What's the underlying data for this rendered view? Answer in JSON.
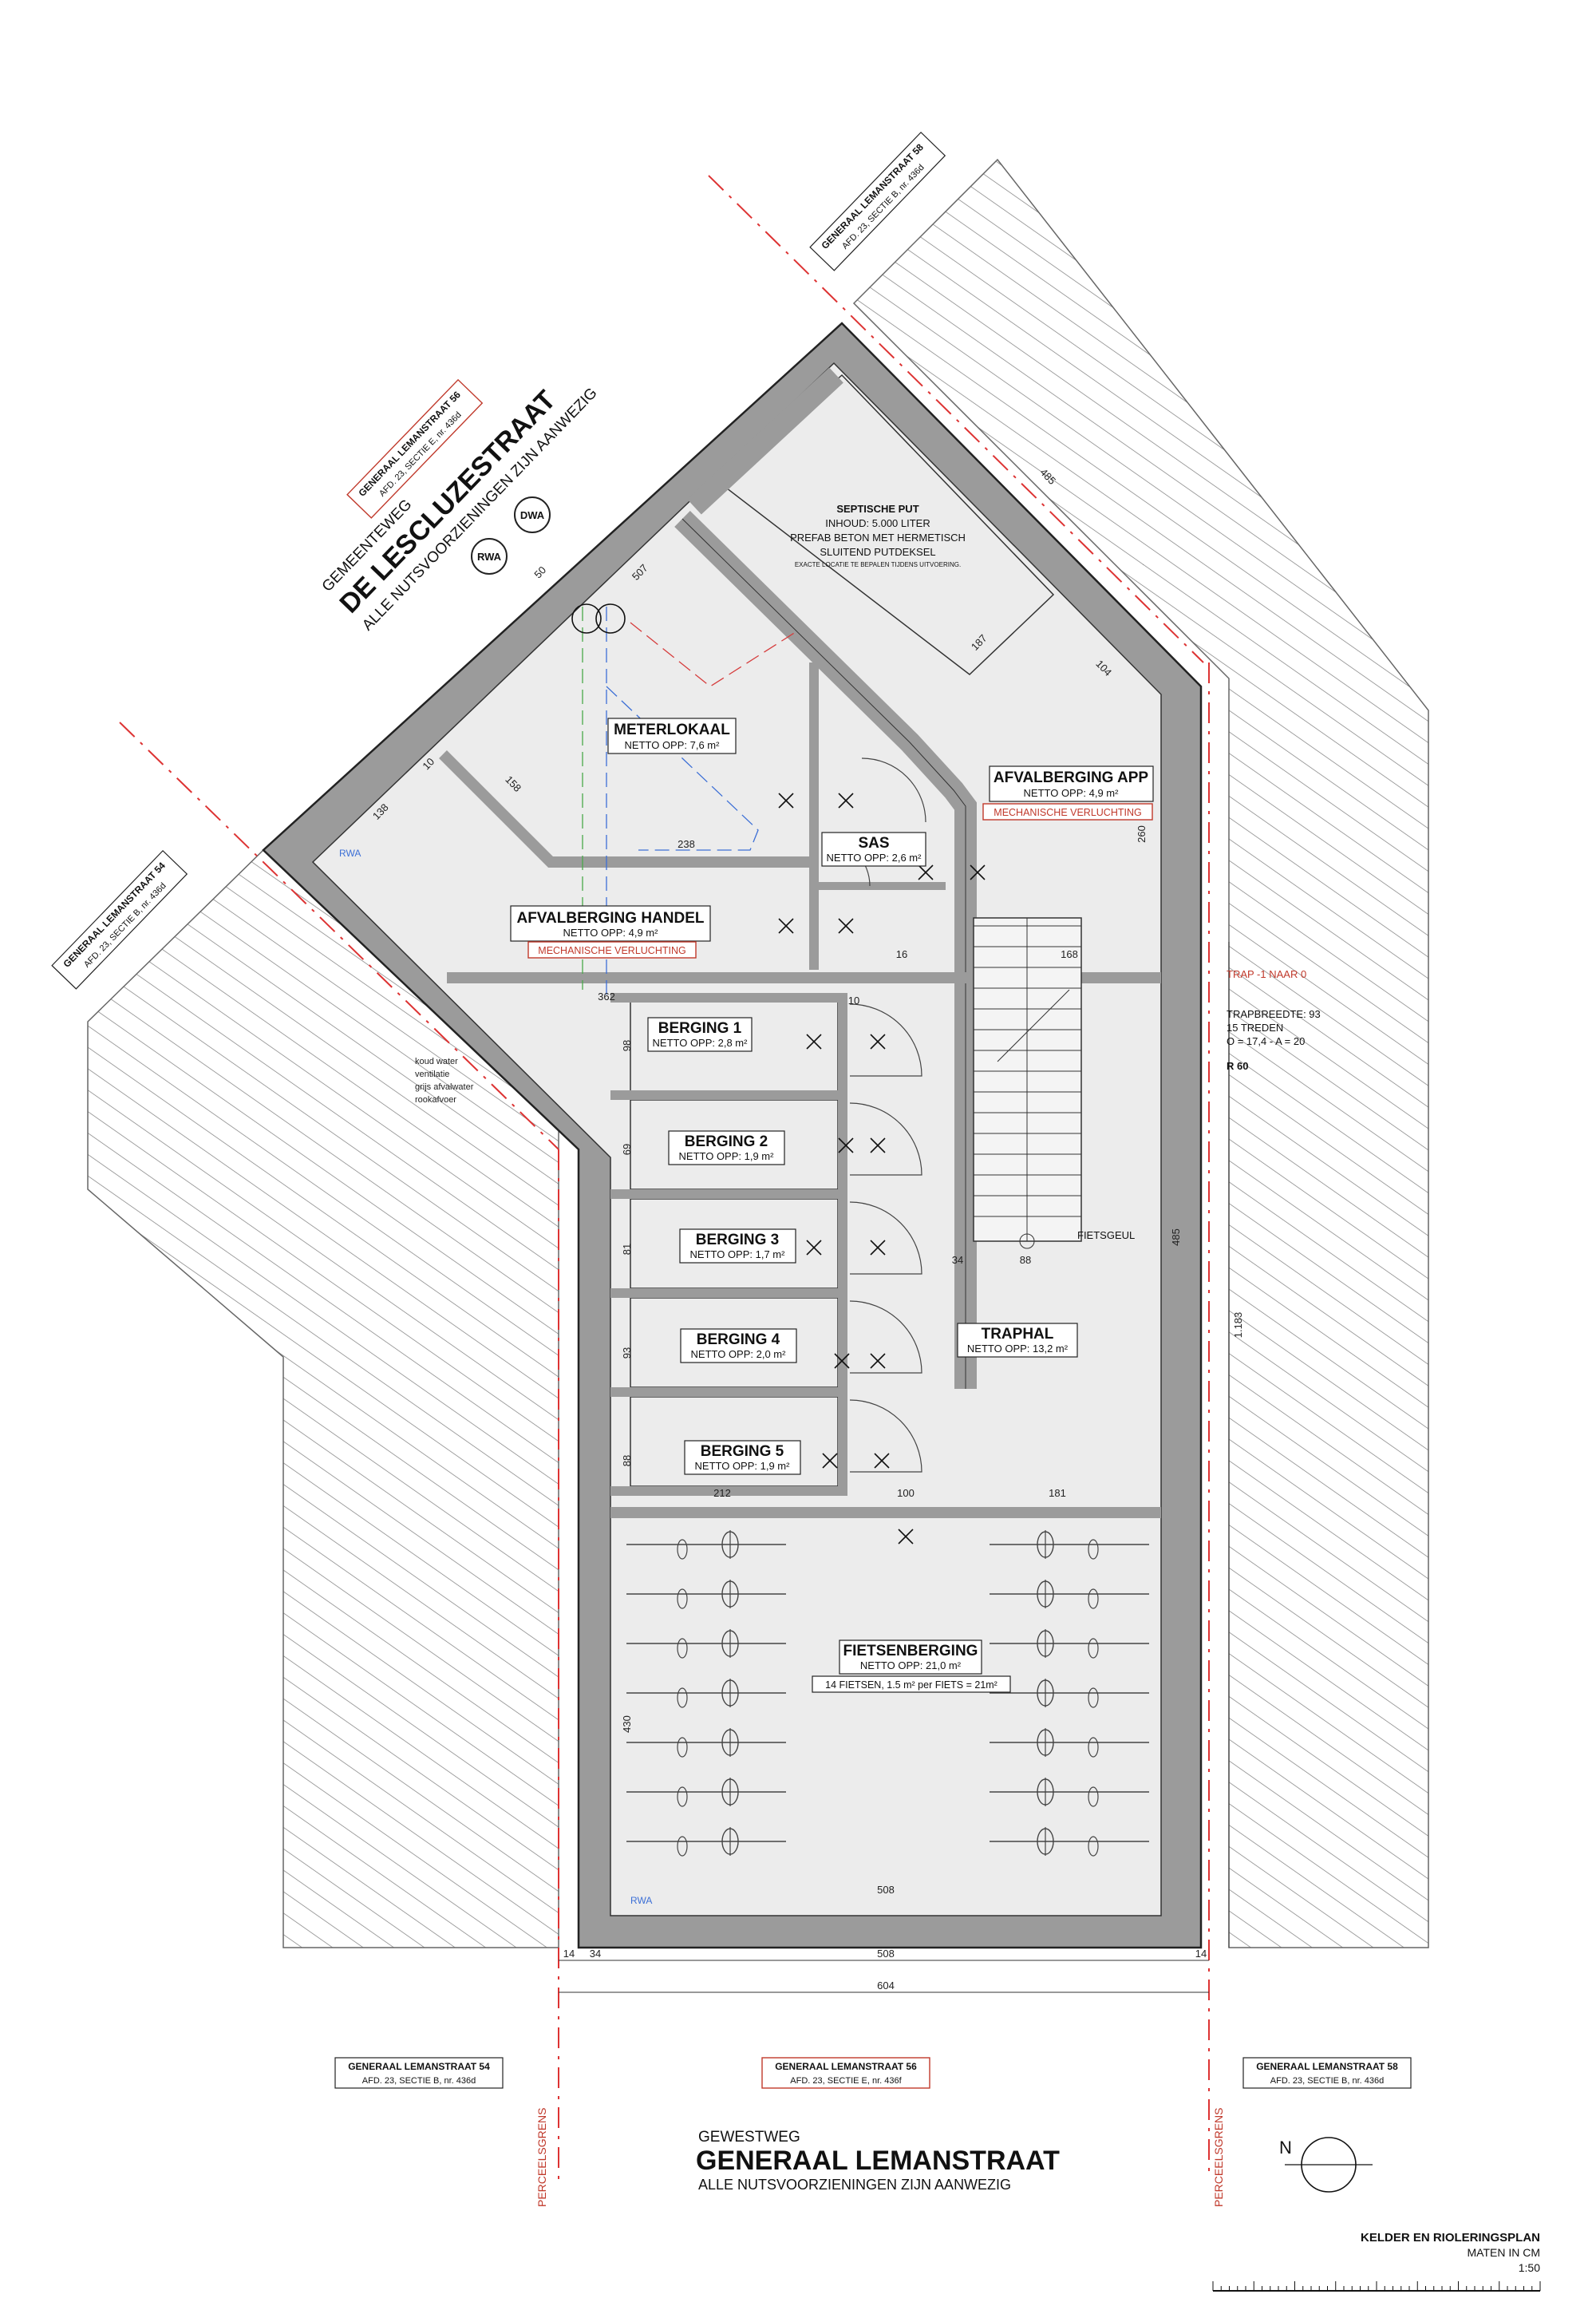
{
  "streets": {
    "side": {
      "type": "GEMEENTEWEG",
      "name": "DE LESCLUZESTRAAT",
      "note": "ALLE NUTSVOORZIENINGEN ZIJN AANWEZIG",
      "rwa": "RWA",
      "dwa": "DWA"
    },
    "main": {
      "type": "GEWESTWEG",
      "name": "GENERAAL LEMANSTRAAT",
      "note": "ALLE NUTSVOORZIENINGEN ZIJN AANWEZIG"
    }
  },
  "parcels": {
    "top_left": {
      "name": "GENERAAL LEMANSTRAAT 56",
      "detail": "AFD. 23, SECTIE E, nr. 436d"
    },
    "top_right": {
      "name": "GENERAAL LEMANSTRAAT 58",
      "detail": "AFD. 23, SECTIE B, nr. 436d"
    },
    "left": {
      "name": "GENERAAL LEMANSTRAAT 54",
      "detail": "AFD. 23, SECTIE B, nr. 436d"
    },
    "bottom_left": {
      "name": "GENERAAL LEMANSTRAAT 54",
      "detail": "AFD. 23, SECTIE B, nr. 436d"
    },
    "bottom_center": {
      "name": "GENERAAL LEMANSTRAAT 56",
      "detail": "AFD. 23, SECTIE E, nr. 436f"
    },
    "bottom_right": {
      "name": "GENERAAL LEMANSTRAAT 58",
      "detail": "AFD. 23, SECTIE B, nr. 436d"
    }
  },
  "perceelsgrens": "PERCEELSGRENS",
  "rooms": {
    "septische": {
      "name": "SEPTISCHE PUT",
      "l1": "INHOUD: 5.000 LITER",
      "l2": "PREFAB BETON MET HERMETISCH",
      "l3": "SLUITEND PUTDEKSEL",
      "l4": "EXACTE LOCATIE TE BEPALEN TIJDENS UITVOERING."
    },
    "meterlokaal": {
      "name": "METERLOKAAL",
      "area": "NETTO OPP: 7,6 m²"
    },
    "afval_app": {
      "name": "AFVALBERGING APP",
      "area": "NETTO OPP: 4,9 m²",
      "note": "MECHANISCHE VERLUCHTING"
    },
    "sas": {
      "name": "SAS",
      "area": "NETTO OPP: 2,6 m²"
    },
    "afval_handel": {
      "name": "AFVALBERGING HANDEL",
      "area": "NETTO OPP: 4,9 m²",
      "note": "MECHANISCHE VERLUCHTING"
    },
    "berging1": {
      "name": "BERGING 1",
      "area": "NETTO OPP: 2,8 m²"
    },
    "berging2": {
      "name": "BERGING 2",
      "area": "NETTO OPP: 1,9 m²"
    },
    "berging3": {
      "name": "BERGING 3",
      "area": "NETTO OPP: 1,7 m²"
    },
    "berging4": {
      "name": "BERGING 4",
      "area": "NETTO OPP: 2,0 m²"
    },
    "berging5": {
      "name": "BERGING 5",
      "area": "NETTO OPP: 1,9 m²"
    },
    "traphal": {
      "name": "TRAPHAL",
      "area": "NETTO OPP: 13,2 m²"
    },
    "fiets": {
      "name": "FIETSENBERGING",
      "area": "NETTO OPP: 21,0 m²",
      "note": "14 FIETSEN, 1.5 m² per FIETS = 21m²"
    }
  },
  "stair": {
    "trap": "TRAP -1 NAAR 0",
    "breedte": "TRAPBREEDTE: 93",
    "treden": "15 TREDEN",
    "formula": "O = 17,4 - A = 20",
    "r60": "R 60",
    "fietsgeul": "FIETSGEUL"
  },
  "legend_small": [
    "koud water",
    "ventilatie",
    "grijs afvalwater",
    "rookafvoer"
  ],
  "rwa_tag": "RWA",
  "dims": {
    "d485": "485",
    "d507": "507",
    "d187": "187",
    "d104": "104",
    "d260": "260",
    "d238": "238",
    "d158": "158",
    "d138": "138",
    "d10a": "10",
    "d50": "50",
    "d362": "362",
    "d168": "168",
    "d16": "16",
    "d10": "10",
    "d98": "98",
    "d69": "69",
    "d81": "81",
    "d93": "93",
    "d88": "88",
    "d34": "34",
    "d88b": "88",
    "d212": "212",
    "d100": "100",
    "d181": "181",
    "d430": "430",
    "d508": "508",
    "d485b": "485",
    "d1183": "1.183",
    "b14a": "14",
    "b34": "34",
    "b508": "508",
    "b14b": "14",
    "b604": "604"
  },
  "legend": {
    "title": "KELDER EN RIOLERINGSPLAN",
    "unit": "MATEN IN CM",
    "scale": "1:50",
    "north": "N"
  }
}
